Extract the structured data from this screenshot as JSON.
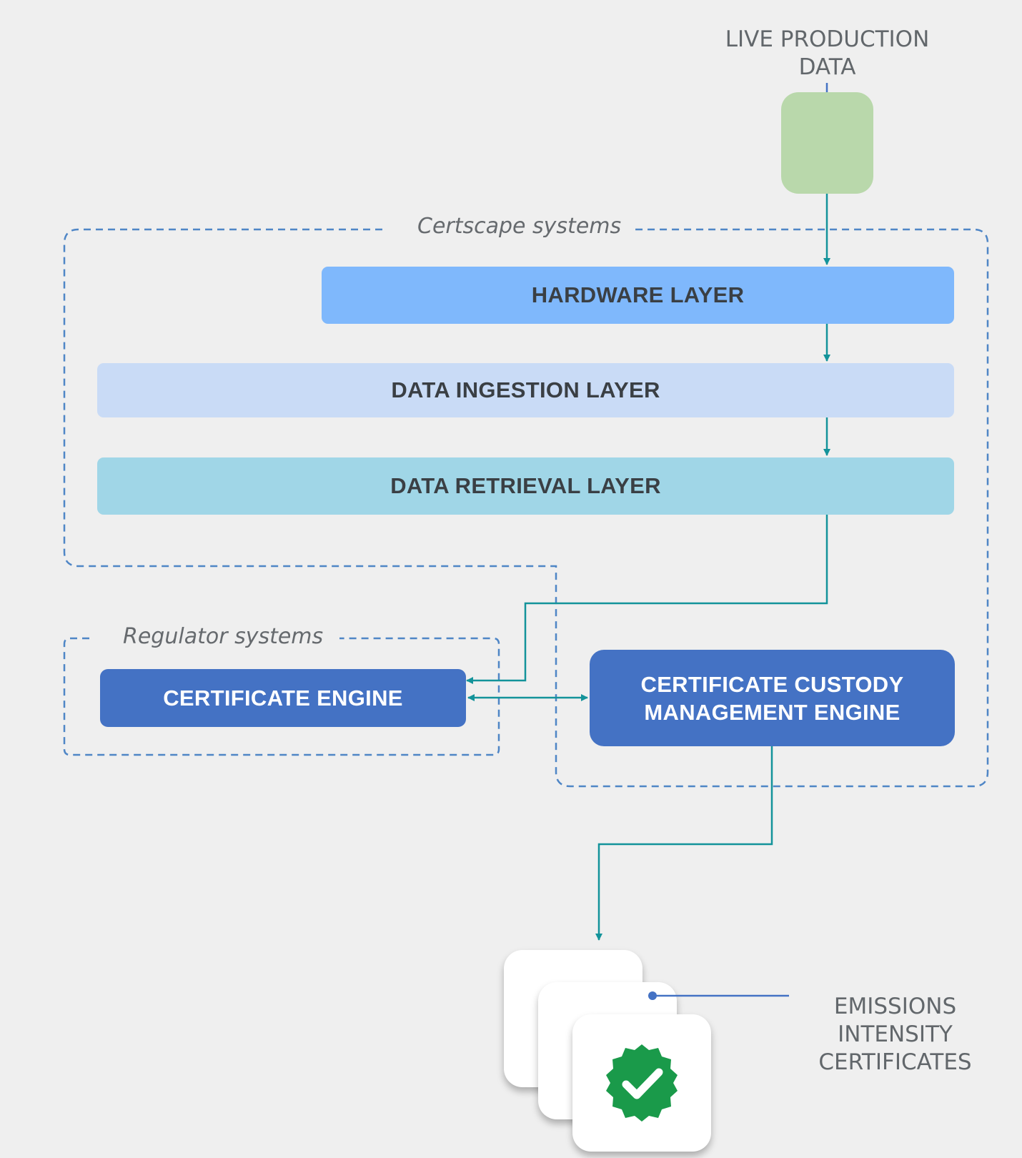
{
  "diagram": {
    "source_label": "LIVE PRODUCTION\nDATA",
    "groups": {
      "certscape": "Certscape systems",
      "regulator": "Regulator systems"
    },
    "layers": {
      "hardware": "HARDWARE LAYER",
      "ingestion": "DATA INGESTION LAYER",
      "retrieval": "DATA RETRIEVAL LAYER"
    },
    "engines": {
      "certificate_engine": "CERTIFICATE ENGINE",
      "custody_engine": "CERTIFICATE CUSTODY\nMANAGEMENT ENGINE"
    },
    "output_label": "EMISSIONS\nINTENSITY\nCERTIFICATES",
    "icons": {
      "source": "data-source-icon",
      "certificates": "certificate-stack-icon",
      "badge": "verified-badge-icon"
    },
    "colors": {
      "background": "#efefef",
      "source_box": "#b9d8ab",
      "hardware_layer": "#7fb8fc",
      "ingestion_layer": "#c9dbf6",
      "retrieval_layer": "#a0d6e7",
      "engine": "#4472c4",
      "flow_arrow": "#13939a",
      "group_border": "#4f86c6",
      "badge": "#1a9a4a"
    }
  }
}
